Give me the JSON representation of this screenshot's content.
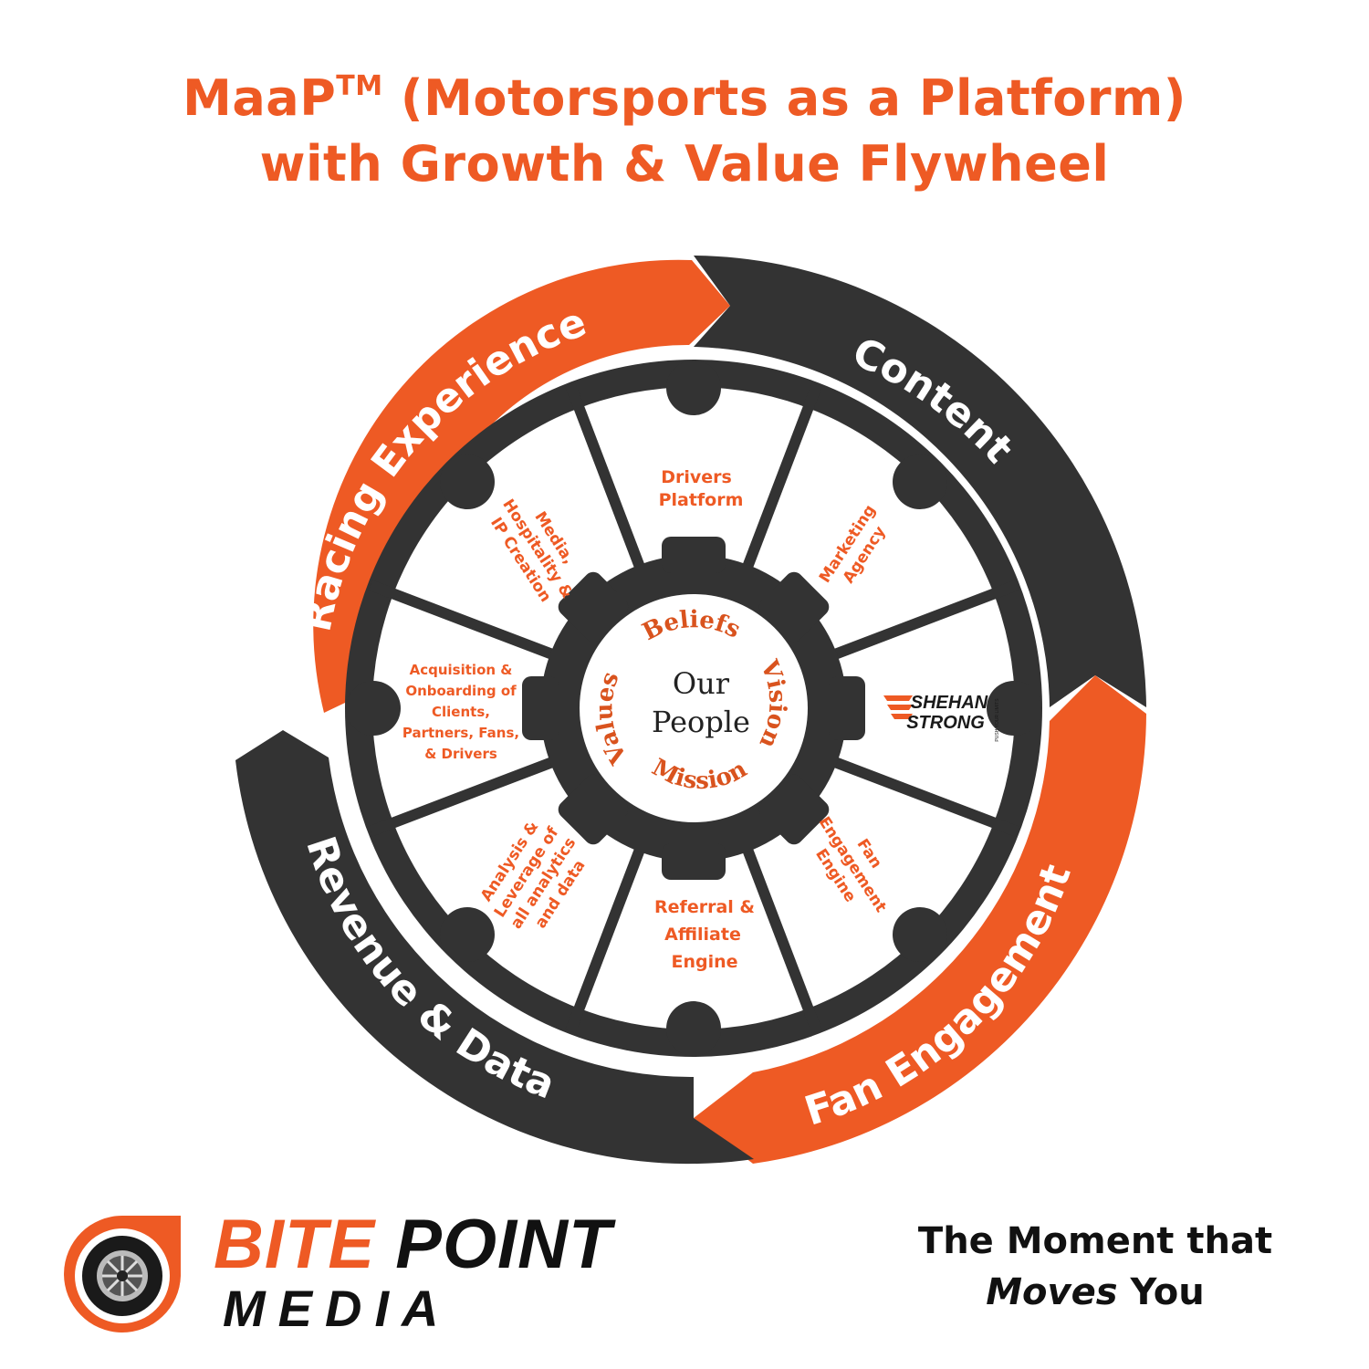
{
  "title": {
    "prefix": "MaaP",
    "superscript": "TM",
    "rest": " (Motorsports as a Platform)",
    "line2": "with Growth & Value Flywheel"
  },
  "flywheel_arcs": [
    {
      "label": "Racing Experience",
      "color": "#ee5a24"
    },
    {
      "label": "Content",
      "color": "#333333"
    },
    {
      "label": "Fan Engagement",
      "color": "#ee5a24"
    },
    {
      "label": "Revenue & Data",
      "color": "#333333"
    }
  ],
  "segments": {
    "top": [
      "Drivers",
      "Platform"
    ],
    "top_right": [
      "Marketing",
      "Agency"
    ],
    "right_logo": [
      "SHEHAN",
      "STRONG",
      "PUSH YOUR LIMITS"
    ],
    "bottom_right": [
      "Fan",
      "Engagement",
      "Engine"
    ],
    "bottom": [
      "Referral &",
      "Affiliate",
      "Engine"
    ],
    "bottom_left": [
      "Analysis &",
      "Leverage of",
      "all analytics",
      "and data"
    ],
    "left": [
      "Acquisition &",
      "Onboarding of",
      "Clients,",
      "Partners, Fans,",
      "& Drivers"
    ],
    "top_left": [
      "Media,",
      "Hospitality &",
      "IP Creation"
    ]
  },
  "core": {
    "center": [
      "Our",
      "People"
    ],
    "ring_words": [
      "Beliefs",
      "Vision",
      "Mission",
      "Values"
    ]
  },
  "brand": {
    "word1": "BITE",
    "word2": "POINT",
    "word3": "MEDIA"
  },
  "tagline": {
    "line1": "The Moment that",
    "line2_em": "Moves",
    "line2_rest": " You"
  },
  "colors": {
    "accent": "#ee5a24",
    "dark": "#333333",
    "text": "#111111"
  }
}
